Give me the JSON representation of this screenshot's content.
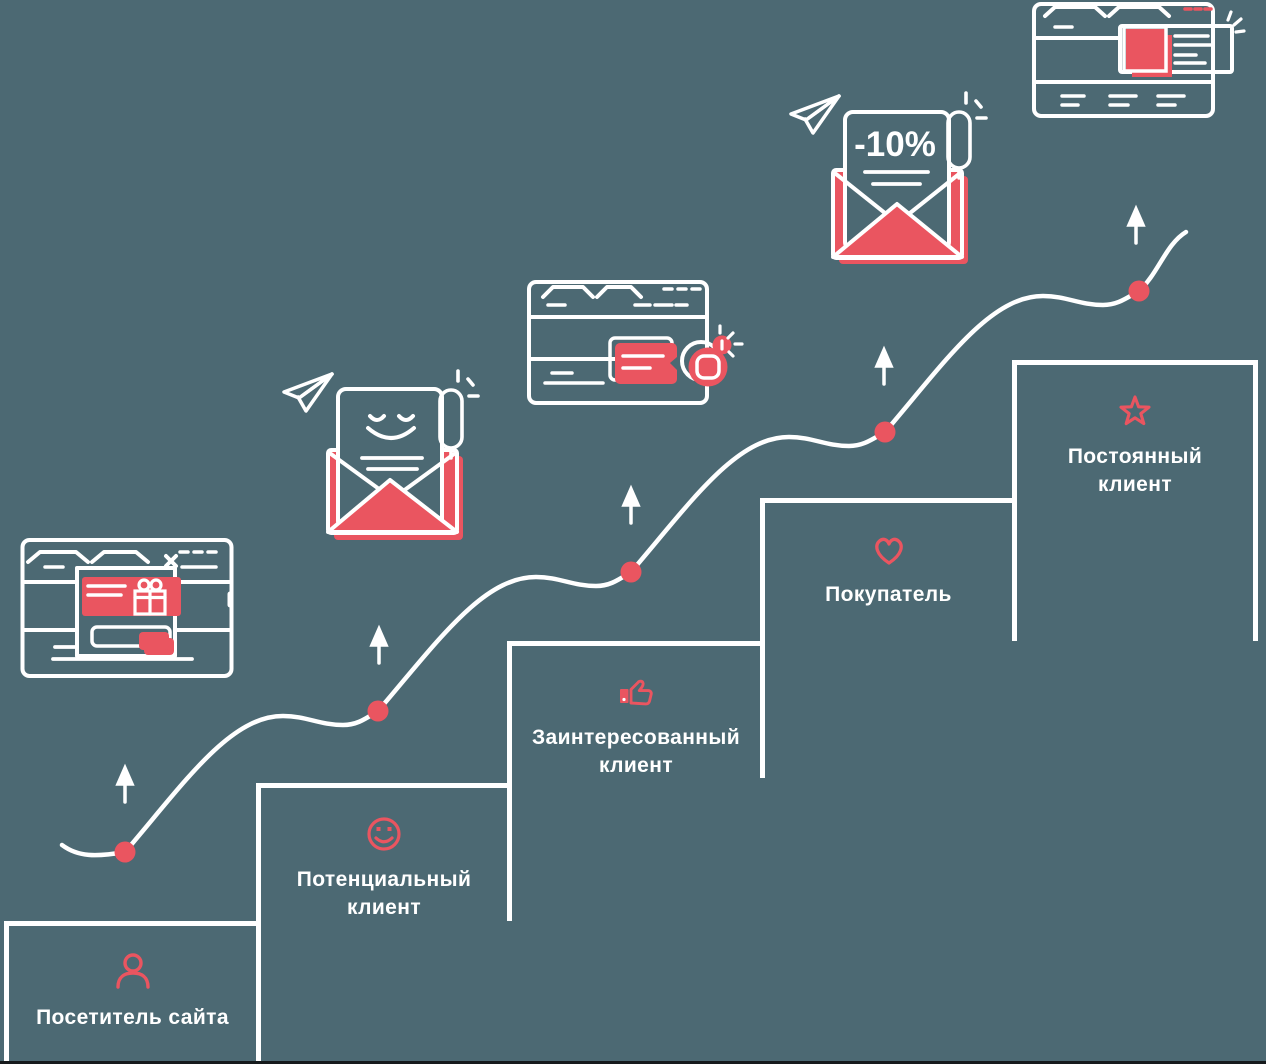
{
  "palette": {
    "background": "#4c6973",
    "accent_red": "#ea5560",
    "line_white": "#ffffff"
  },
  "funnel_steps": [
    {
      "id": "visitor",
      "icon": "user-icon",
      "lines": [
        "Посетитель сайта"
      ]
    },
    {
      "id": "potential-client",
      "icon": "smiley-icon",
      "lines": [
        "Потенциальный",
        "клиент"
      ]
    },
    {
      "id": "interested-client",
      "icon": "thumbs-up-icon",
      "lines": [
        "Заинтересованный",
        "клиент"
      ]
    },
    {
      "id": "buyer",
      "icon": "heart-icon",
      "lines": [
        "Покупатель"
      ]
    },
    {
      "id": "loyal-client",
      "icon": "star-icon",
      "lines": [
        "Постоянный",
        "клиент"
      ]
    }
  ],
  "promo_envelope": {
    "discount_label": "-10%"
  }
}
